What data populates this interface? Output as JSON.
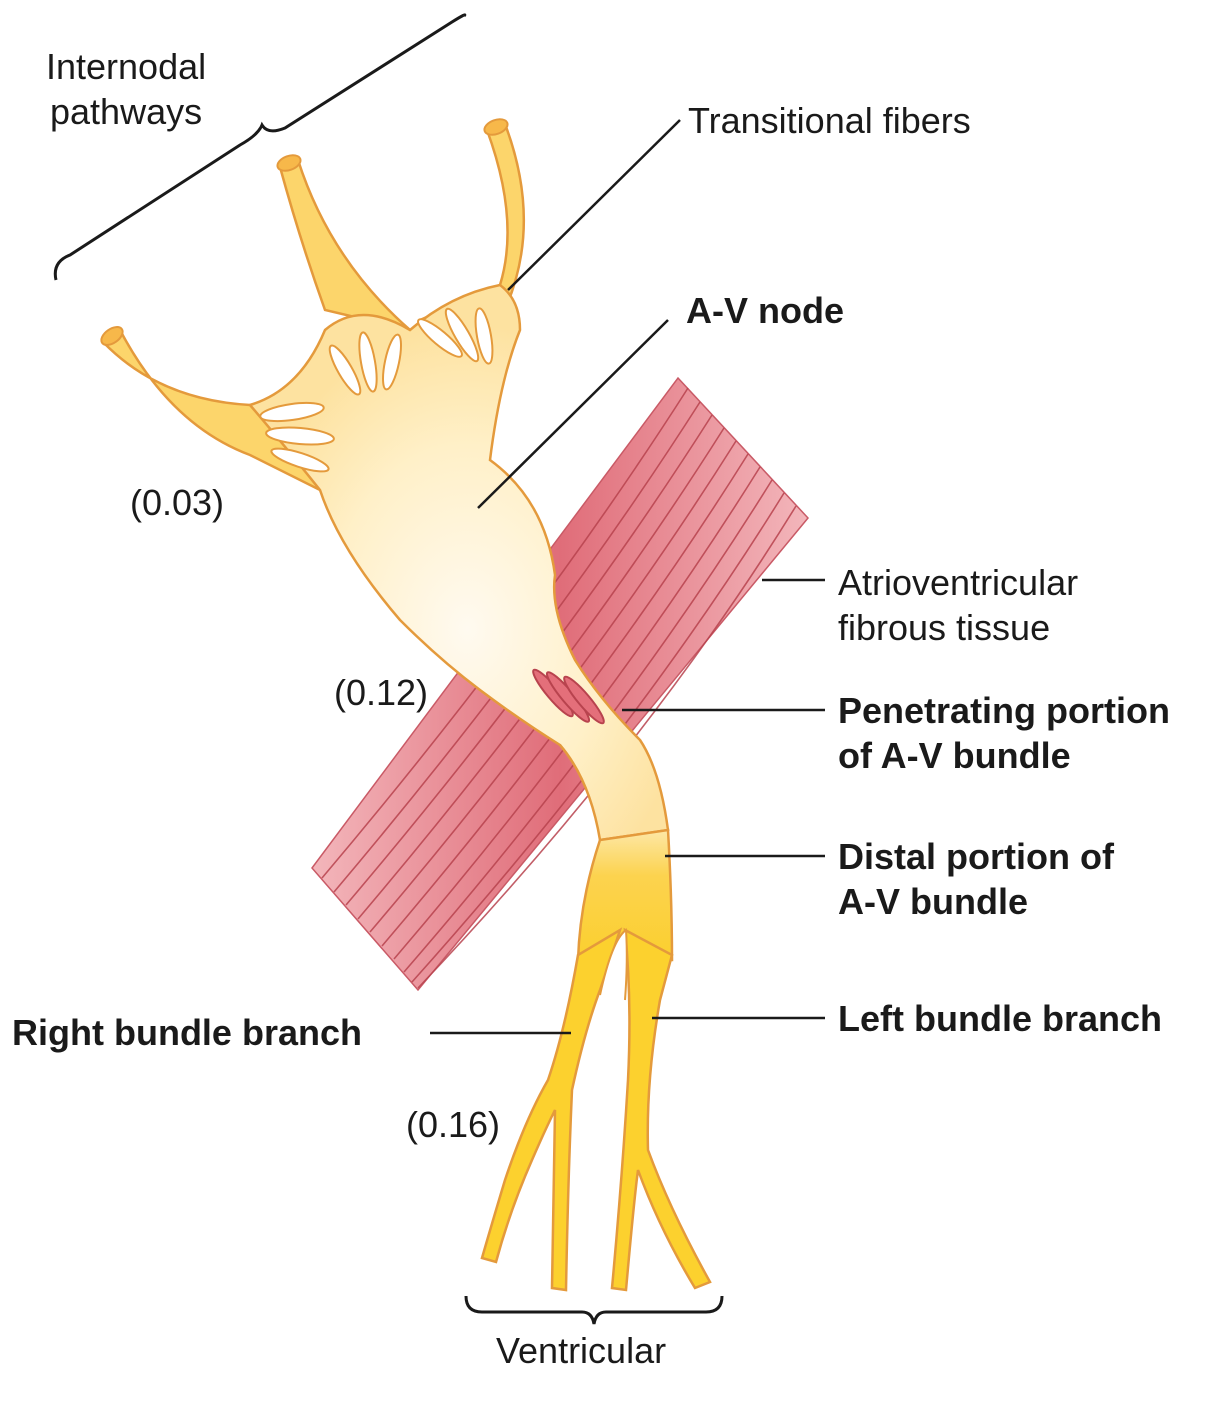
{
  "labels": {
    "internodal_pathways": "Internodal\npathways",
    "transitional_fibers": "Transitional fibers",
    "av_node": "A-V node",
    "atrioventricular_fibrous_tissue": "Atrioventricular\nfibrous tissue",
    "penetrating_portion": "Penetrating portion\nof A-V bundle",
    "distal_portion": "Distal portion of\nA-V bundle",
    "left_bundle_branch": "Left bundle branch",
    "right_bundle_branch": "Right bundle branch",
    "ventricular": "Ventricular"
  },
  "timings": {
    "t1": "(0.03)",
    "t2": "(0.12)",
    "t3": "(0.16)"
  },
  "colors": {
    "fiber_fill": "#fcd45a",
    "fiber_light": "#fff3d6",
    "fiber_outline": "#e49a3c",
    "fibrous_tissue": "#e8848c",
    "fibrous_lines": "#b8434e",
    "text": "#1a1a1a"
  }
}
